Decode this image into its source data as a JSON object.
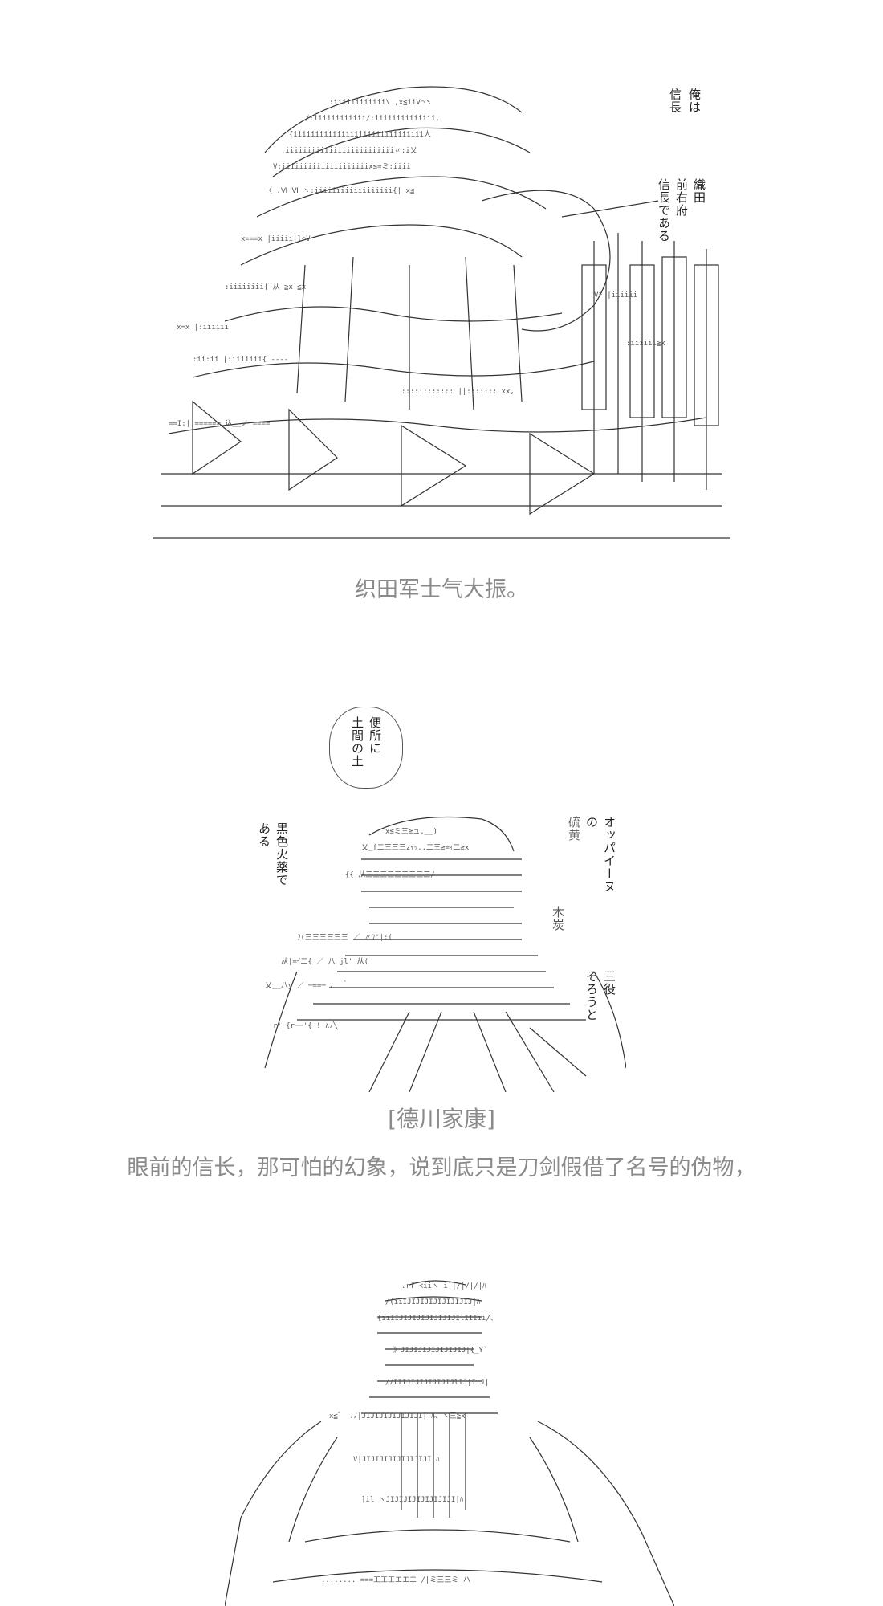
{
  "panel1": {
    "dialogue_right": [
      "俺",
      "は"
    ],
    "dialogue_right2": [
      "信",
      "長"
    ],
    "dialogue_mid": [
      "織田",
      "前右府",
      "信長である"
    ],
    "caption": "织田军士气大振。"
  },
  "panel2": {
    "bubble_top": [
      "便所に",
      "土間の土"
    ],
    "bubble_left": [
      "黒色火薬で",
      "ある"
    ],
    "bubble_right_top": [
      "オッパイーヌ",
      "の",
      "硫黄"
    ],
    "bubble_right_mid": [
      "木炭"
    ],
    "bubble_right_bottom": [
      "三役",
      "そろうと"
    ],
    "speaker": "[德川家康]",
    "caption": "眼前的信长，那可怕的幻象，说到底只是刀剑假借了名号的伪物，"
  }
}
